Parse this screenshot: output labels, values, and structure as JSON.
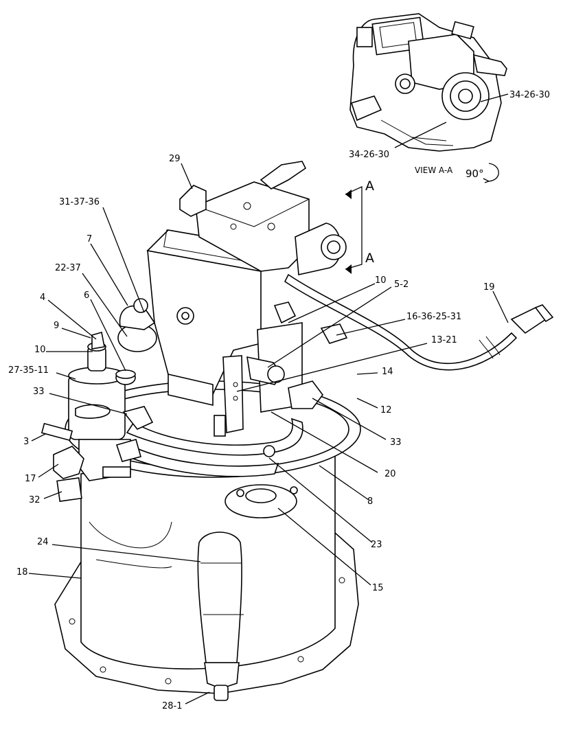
{
  "view": {
    "title": "VIEW A-A",
    "rotation": "90°",
    "section_marks": [
      "A",
      "A"
    ],
    "callouts": [
      "34-26-30",
      "34-26-30"
    ]
  },
  "callouts": [
    "29",
    "31-37-36",
    "7",
    "22-37",
    "4",
    "6",
    "9",
    "10",
    "27-35-11",
    "33",
    "3",
    "17",
    "32",
    "24",
    "18",
    "28-1",
    "10",
    "5-2",
    "16-36-25-31",
    "19",
    "13-21",
    "14",
    "12",
    "33",
    "20",
    "8",
    "23",
    "15"
  ]
}
